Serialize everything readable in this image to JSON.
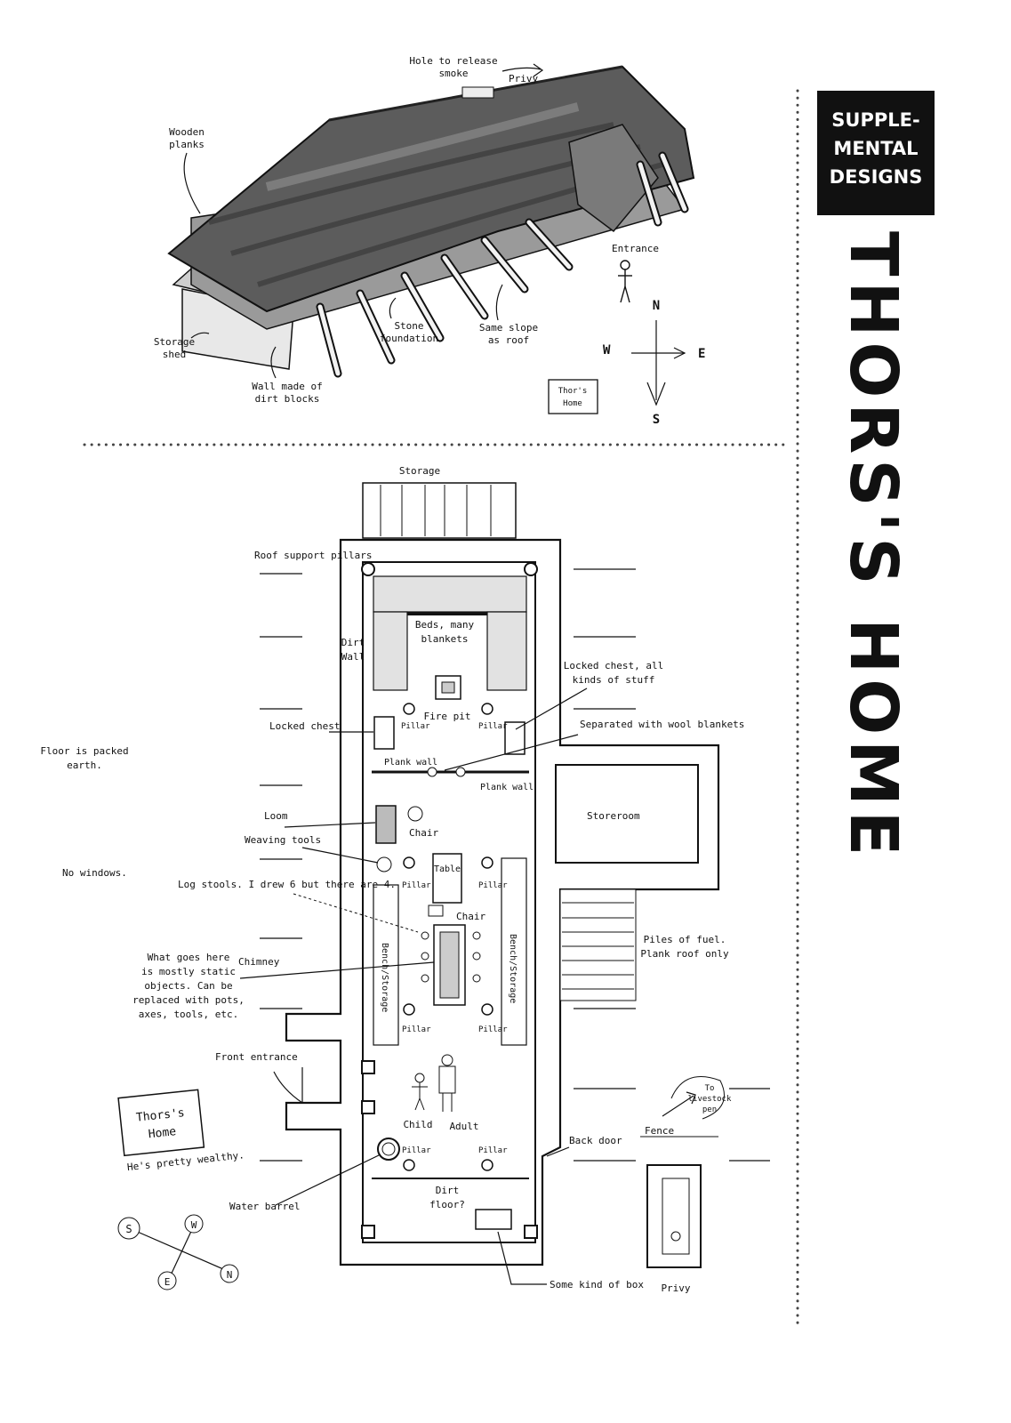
{
  "sidebar": {
    "badge": [
      "SUPPLE-",
      "MENTAL",
      "DESIGNS"
    ],
    "title": "THORS'S HOME"
  },
  "sketch": {
    "labels": {
      "smoke_hole": [
        "Hole to release",
        "smoke"
      ],
      "privy": "Privy",
      "wooden_planks": [
        "Wooden",
        "planks"
      ],
      "entrance": "Entrance",
      "stone_foundation": [
        "Stone",
        "foundation"
      ],
      "same_slope": [
        "Same slope",
        "as roof"
      ],
      "storage_shed": [
        "Storage",
        "shed"
      ],
      "wall_dirt": [
        "Wall made of",
        "dirt blocks"
      ],
      "thors_home_tag": [
        "Thor's",
        "Home"
      ]
    },
    "compass": {
      "n": "N",
      "s": "S",
      "e": "E",
      "w": "W"
    }
  },
  "plan": {
    "labels": {
      "storage": "Storage",
      "roof_pillars": "Roof support pillars",
      "dirt_wall": [
        "Dirt",
        "Wall"
      ],
      "beds": [
        "Beds, many",
        "blankets"
      ],
      "locked_chest_right": [
        "Locked chest, all",
        "kinds of stuff"
      ],
      "fire_pit": "Fire pit",
      "pillar": "Pillar",
      "locked_chest_left": "Locked chest",
      "wool_blankets": "Separated with wool blankets",
      "plank_wall": "Plank wall",
      "floor_earth": [
        "Floor is packed",
        "earth."
      ],
      "loom": "Loom",
      "chair": "Chair",
      "storeroom": "Storeroom",
      "weaving_tools": "Weaving tools",
      "no_windows": "No windows.",
      "table": "Table",
      "log_stools": "Log stools. I drew 6 but there are 4.",
      "bench_storage": "Bench/Storage",
      "static_objects": [
        "What goes here",
        "is mostly static",
        "objects. Can be",
        "replaced with pots,",
        "axes, tools, etc."
      ],
      "chimney": "Chimney",
      "fuel": [
        "Piles of fuel.",
        "Plank roof only"
      ],
      "front_entrance": "Front entrance",
      "livestock": [
        "To",
        "livestock",
        "pen"
      ],
      "child": "Child",
      "adult": "Adult",
      "back_door": "Back door",
      "fence": "Fence",
      "thors_home_sign": [
        "Thors's",
        "Home"
      ],
      "wealthy": "He's pretty wealthy.",
      "water_barrel": "Water barrel",
      "dirt_floor": [
        "Dirt",
        "floor?"
      ],
      "box": "Some kind of box",
      "privy": "Privy"
    },
    "compass": {
      "s": "S",
      "w": "W",
      "e": "E",
      "n": "N"
    }
  }
}
